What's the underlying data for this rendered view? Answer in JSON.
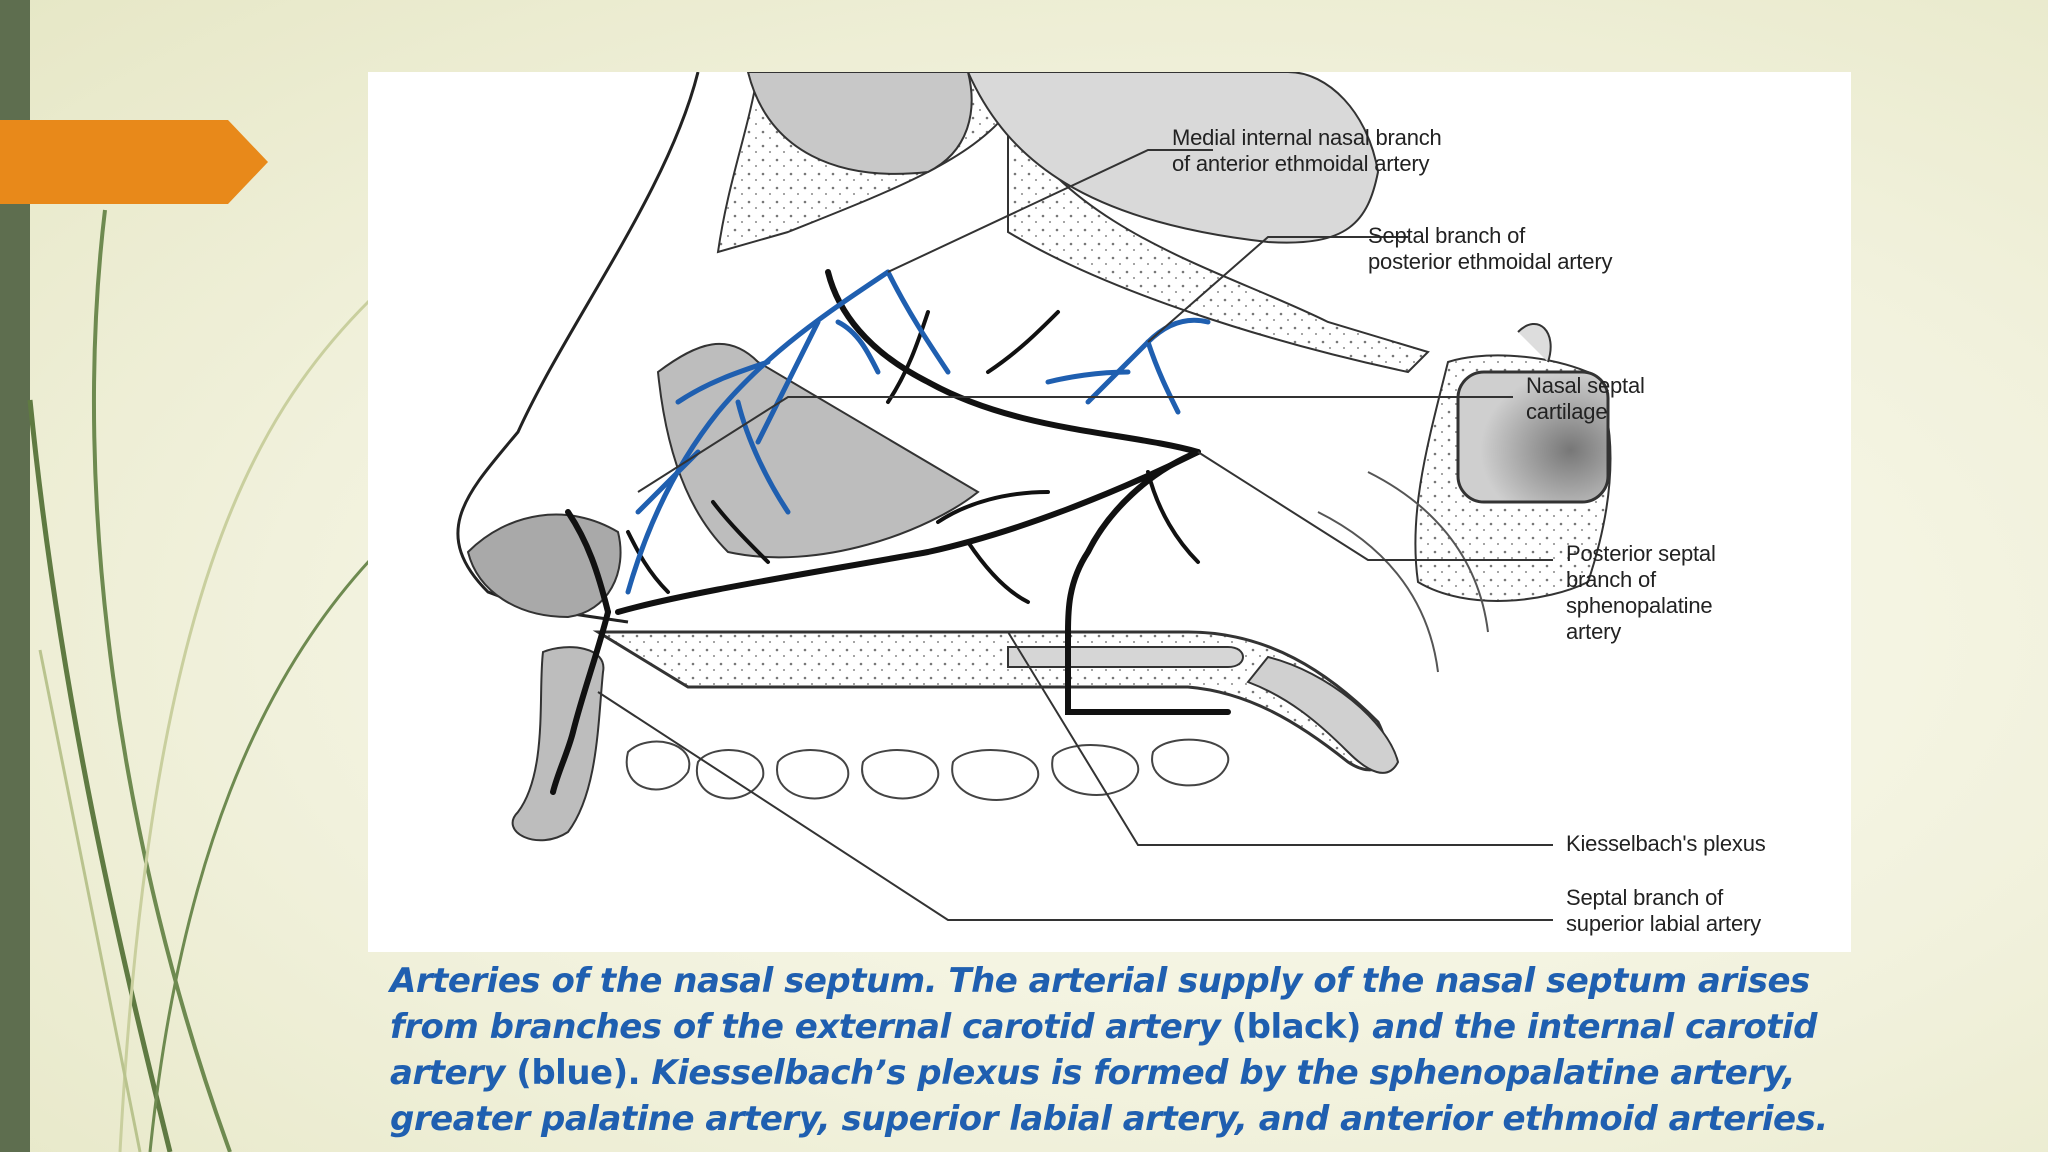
{
  "colors": {
    "caption": "#1f5fb0",
    "accent": "#e8891a",
    "sidebar": "#5e6e4f",
    "blue_artery": "#1f5fb0",
    "black_artery": "#111111"
  },
  "labels": {
    "medial_internal_1": "Medial internal nasal branch",
    "medial_internal_2": "of anterior ethmoidal artery",
    "septal_posterior_1": "Septal branch of",
    "septal_posterior_2": "posterior ethmoidal artery",
    "cartilage_1": "Nasal septal",
    "cartilage_2": "cartilage",
    "post_septal_1": "Posterior septal",
    "post_septal_2": "branch of",
    "post_septal_3": "sphenopalatine",
    "post_septal_4": "artery",
    "kiesselbach": "Kiesselbach's plexus",
    "superior_labial_1": "Septal branch of",
    "superior_labial_2": "superior labial artery"
  },
  "caption": {
    "part1": "Arteries of the nasal septum. The arterial supply of the nasal septum arises from branches of the external carotid artery",
    "part2": " (black) ",
    "part3": "and the internal carotid artery",
    "part4": " (blue). ",
    "part5": "Kiesselbach’s plexus is formed by the sphenopalatine artery, greater palatine artery, superior labial artery, and anterior ethmoid arteries."
  }
}
